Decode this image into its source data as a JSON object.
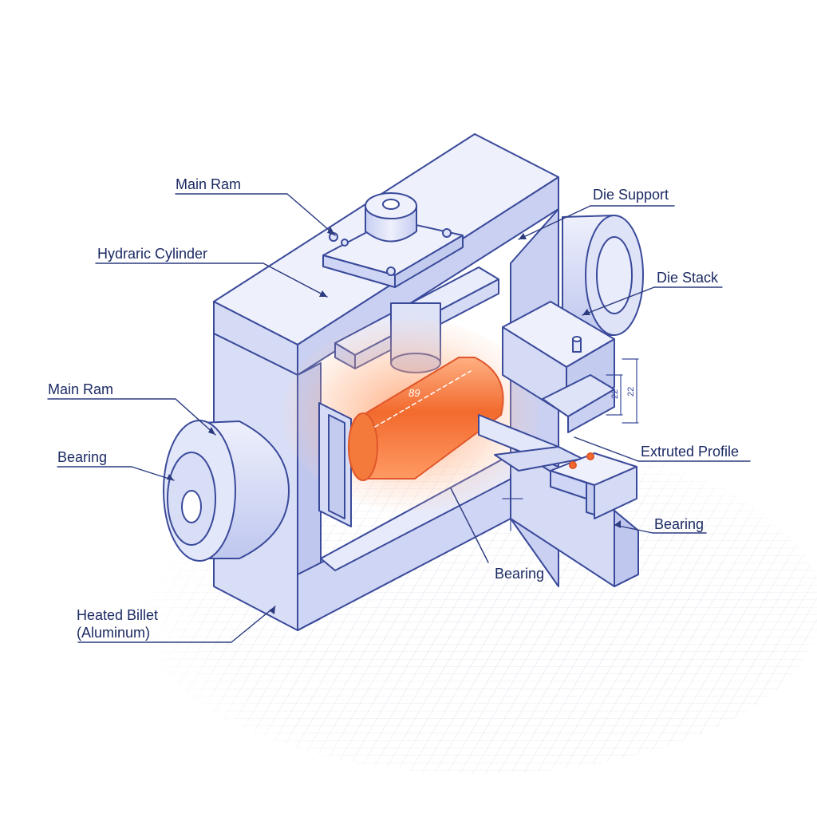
{
  "labels": {
    "main_ram_top": "Main Ram",
    "hydraulic_cylinder": "Hydraric Cylinder",
    "die_support": "Die Support",
    "die_stack": "Die Stack",
    "main_ram_left": "Main Ram",
    "bearing_left": "Bearing",
    "extruded_profile": "Extruted Profile",
    "bearing_right": "Bearing",
    "bearing_bottom": "Bearing",
    "heated_billet_line1": "Heated Billet",
    "heated_billet_line2": "(Aluminum)"
  },
  "annotations": {
    "billet_dimension": "89",
    "side_dimension_1": "22",
    "side_dimension_2": "22"
  },
  "colors": {
    "line": "#3a4a9a",
    "frame_fill": "#e3e7fa",
    "frame_shade": "#c9d0f2",
    "frame_dark": "#b3bce9",
    "billet_hot": "#f26a2e",
    "billet_glow": "#ffb48a",
    "grid": "#d8dbe8",
    "text": "#1b2a63"
  }
}
